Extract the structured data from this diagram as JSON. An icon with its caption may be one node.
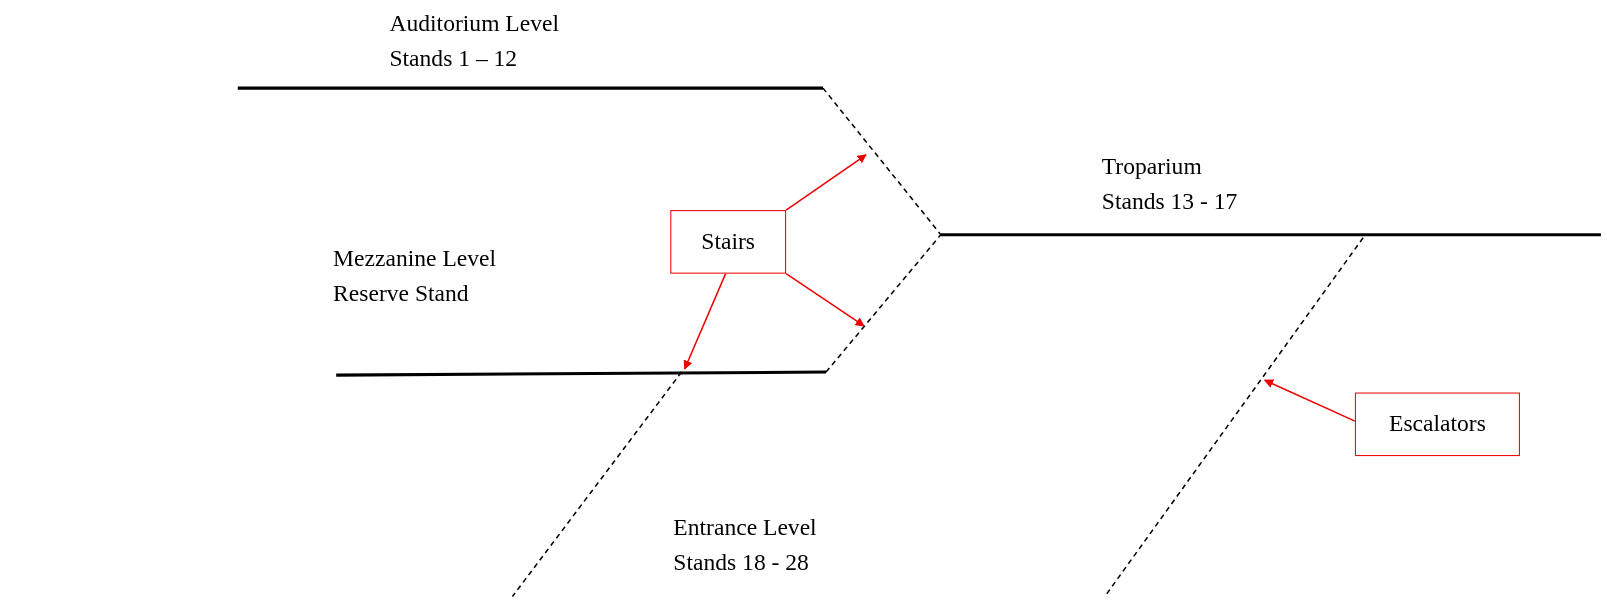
{
  "diagram": {
    "nodes": [
      {
        "text": [
          "Stairs"
        ]
      },
      {
        "text": [
          "Escalators"
        ]
      }
    ],
    "edges": [
      {
        "from": 0,
        "to": null,
        "arrow": "to"
      },
      {
        "from": 0,
        "to": null,
        "arrow": "to"
      },
      {
        "from": 0,
        "to": null,
        "arrow": "to"
      },
      {
        "from": 1,
        "to": null,
        "arrow": "to"
      }
    ],
    "labels": [
      "Auditorium Level",
      "Stands 1 – 12",
      "Troparium",
      "Stands 13 - 17",
      "Mezzanine Level",
      "Reserve Stand",
      "Entrance Level",
      "Stands 18 - 28"
    ]
  }
}
